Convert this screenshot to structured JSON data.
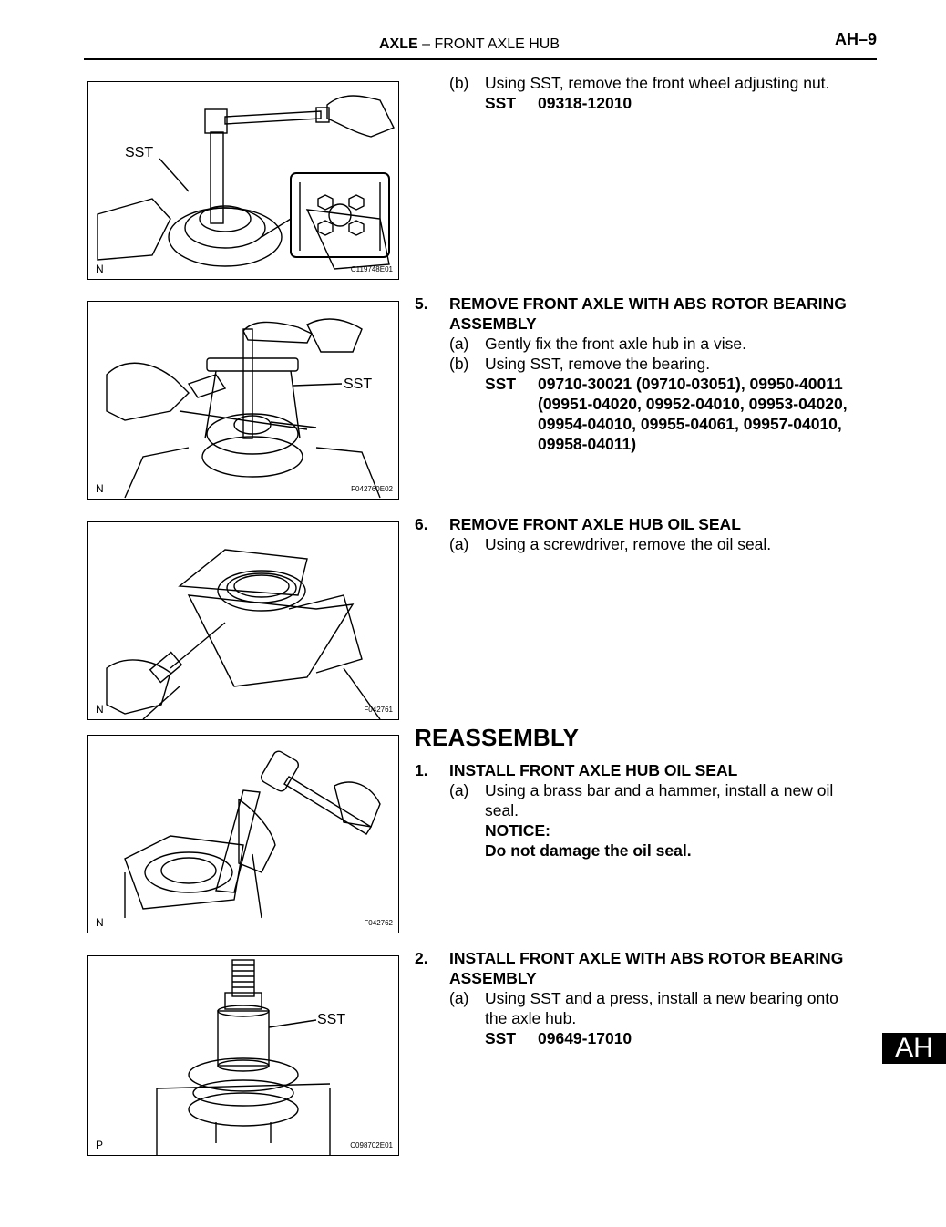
{
  "header": {
    "section": "AXLE",
    "separator": "–",
    "subsection": "FRONT AXLE HUB",
    "page": "AH–9"
  },
  "figures": [
    {
      "corner": "N",
      "code": "C119748E01",
      "label": "SST"
    },
    {
      "corner": "N",
      "code": "F042760E02",
      "label": "SST"
    },
    {
      "corner": "N",
      "code": "F042761"
    },
    {
      "corner": "N",
      "code": "F042762"
    },
    {
      "corner": "P",
      "code": "C098702E01",
      "label": "SST"
    }
  ],
  "steps": {
    "s4b": {
      "marker": "(b)",
      "text": "Using SST, remove the front wheel adjusting nut.",
      "sst_label": "SST",
      "sst": "09318-12010"
    },
    "s5": {
      "num": "5.",
      "title_l1": "REMOVE FRONT AXLE WITH ABS ROTOR BEARING",
      "title_l2": "ASSEMBLY",
      "a": {
        "marker": "(a)",
        "text": "Gently fix the front axle hub in a vise."
      },
      "b": {
        "marker": "(b)",
        "text": "Using SST, remove the bearing."
      },
      "sst_label": "SST",
      "sst_l1": "09710-30021 (09710-03051), 09950-40011",
      "sst_l2": "(09951-04020, 09952-04010, 09953-04020,",
      "sst_l3": "09954-04010, 09955-04061, 09957-04010,",
      "sst_l4": "09958-04011)"
    },
    "s6": {
      "num": "6.",
      "title": "REMOVE FRONT AXLE HUB OIL SEAL",
      "a": {
        "marker": "(a)",
        "text": "Using a screwdriver, remove the oil seal."
      }
    }
  },
  "reassembly": {
    "heading": "REASSEMBLY",
    "r1": {
      "num": "1.",
      "title": "INSTALL FRONT AXLE HUB OIL SEAL",
      "a": {
        "marker": "(a)",
        "text_l1": "Using a brass bar and a hammer, install a new oil",
        "text_l2": "seal."
      },
      "notice_label": "NOTICE:",
      "notice": "Do not damage the oil seal."
    },
    "r2": {
      "num": "2.",
      "title_l1": "INSTALL FRONT AXLE WITH ABS ROTOR BEARING",
      "title_l2": "ASSEMBLY",
      "a": {
        "marker": "(a)",
        "text_l1": "Using SST and a press, install a new bearing onto",
        "text_l2": "the axle hub."
      },
      "sst_label": "SST",
      "sst": "09649-17010"
    }
  },
  "side_tab": "AH"
}
